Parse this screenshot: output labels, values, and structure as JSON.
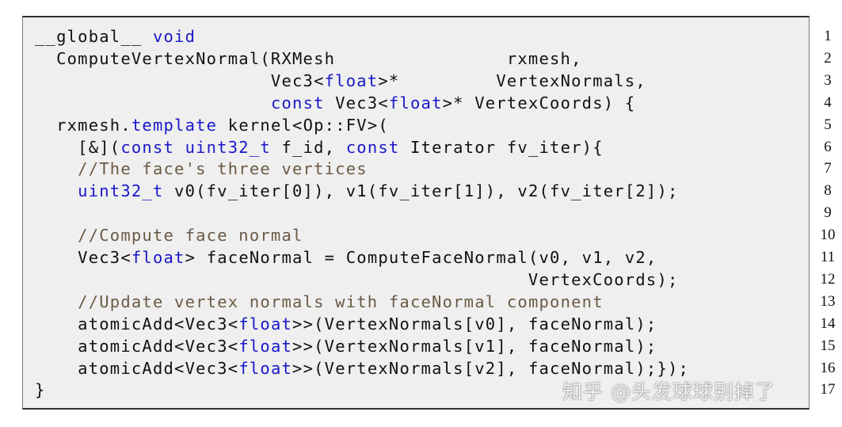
{
  "code_lines": [
    {
      "n": "1",
      "segs": [
        {
          "t": "__global__ ",
          "c": "pl"
        },
        {
          "t": "void",
          "c": "kw"
        }
      ]
    },
    {
      "n": "2",
      "segs": [
        {
          "t": "  ComputeVertexNormal(RXMesh                rxmesh,",
          "c": "pl"
        }
      ]
    },
    {
      "n": "3",
      "segs": [
        {
          "t": "                      Vec3<",
          "c": "pl"
        },
        {
          "t": "float",
          "c": "kw"
        },
        {
          "t": ">*         VertexNormals,",
          "c": "pl"
        }
      ]
    },
    {
      "n": "4",
      "segs": [
        {
          "t": "                      ",
          "c": "pl"
        },
        {
          "t": "const",
          "c": "kw"
        },
        {
          "t": " Vec3<",
          "c": "pl"
        },
        {
          "t": "float",
          "c": "kw"
        },
        {
          "t": ">* VertexCoords) {",
          "c": "pl"
        }
      ]
    },
    {
      "n": "5",
      "segs": [
        {
          "t": "  rxmesh.",
          "c": "pl"
        },
        {
          "t": "template",
          "c": "kw"
        },
        {
          "t": " kernel<Op::FV>(",
          "c": "pl"
        }
      ]
    },
    {
      "n": "6",
      "segs": [
        {
          "t": "    [&](",
          "c": "pl"
        },
        {
          "t": "const uint32_t",
          "c": "kw"
        },
        {
          "t": " f_id, ",
          "c": "pl"
        },
        {
          "t": "const",
          "c": "kw"
        },
        {
          "t": " Iterator fv_iter){",
          "c": "pl"
        }
      ]
    },
    {
      "n": "7",
      "segs": [
        {
          "t": "    ",
          "c": "pl"
        },
        {
          "t": "//The face's three vertices",
          "c": "cm"
        }
      ]
    },
    {
      "n": "8",
      "segs": [
        {
          "t": "    ",
          "c": "pl"
        },
        {
          "t": "uint32_t",
          "c": "kw"
        },
        {
          "t": " v0(fv_iter[0]), v1(fv_iter[1]), v2(fv_iter[2]);",
          "c": "pl"
        }
      ]
    },
    {
      "n": "9",
      "segs": []
    },
    {
      "n": "10",
      "segs": [
        {
          "t": "    ",
          "c": "pl"
        },
        {
          "t": "//Compute face normal",
          "c": "cm"
        }
      ]
    },
    {
      "n": "11",
      "segs": [
        {
          "t": "    Vec3<",
          "c": "pl"
        },
        {
          "t": "float",
          "c": "kw"
        },
        {
          "t": "> faceNormal = ComputeFaceNormal(v0, v1, v2,",
          "c": "pl"
        }
      ]
    },
    {
      "n": "12",
      "segs": [
        {
          "t": "                                              VertexCoords);",
          "c": "pl"
        }
      ]
    },
    {
      "n": "13",
      "segs": [
        {
          "t": "    ",
          "c": "pl"
        },
        {
          "t": "//Update vertex normals with faceNormal component",
          "c": "cm"
        }
      ]
    },
    {
      "n": "14",
      "segs": [
        {
          "t": "    atomicAdd<Vec3<",
          "c": "pl"
        },
        {
          "t": "float",
          "c": "kw"
        },
        {
          "t": ">>(VertexNormals[v0], faceNormal);",
          "c": "pl"
        }
      ]
    },
    {
      "n": "15",
      "segs": [
        {
          "t": "    atomicAdd<Vec3<",
          "c": "pl"
        },
        {
          "t": "float",
          "c": "kw"
        },
        {
          "t": ">>(VertexNormals[v1], faceNormal);",
          "c": "pl"
        }
      ]
    },
    {
      "n": "16",
      "segs": [
        {
          "t": "    atomicAdd<Vec3<",
          "c": "pl"
        },
        {
          "t": "float",
          "c": "kw"
        },
        {
          "t": ">>(VertexNormals[v2], faceNormal);});",
          "c": "pl"
        }
      ]
    },
    {
      "n": "17",
      "segs": [
        {
          "t": "}",
          "c": "pl"
        }
      ]
    }
  ],
  "watermark": "知乎 @头发球球别掉了",
  "colors": {
    "keyword": "#1818c8",
    "comment": "#6b5a44",
    "plain": "#111111",
    "background": "#efefef"
  }
}
